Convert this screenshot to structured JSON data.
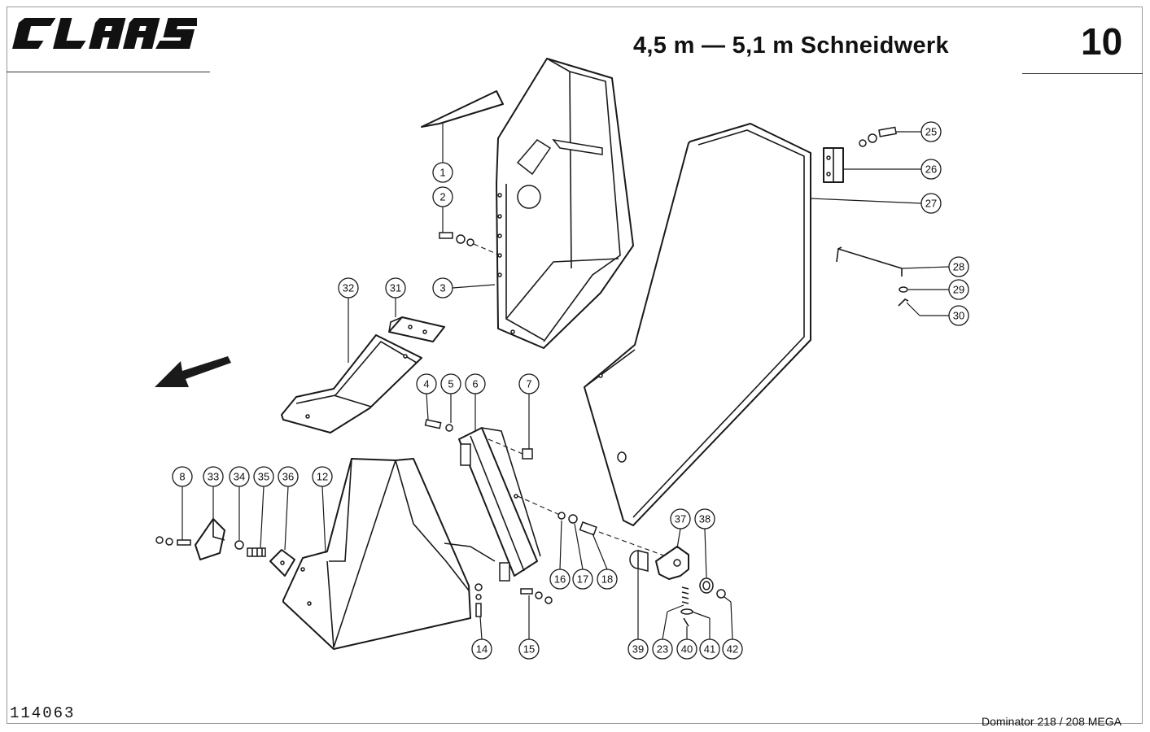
{
  "header": {
    "logo_text": "CLAAS",
    "title": "4,5 m — 5,1 m Schneidwerk",
    "page_number": "10"
  },
  "footer": {
    "drawing_number": "114063",
    "model_reference": "Dominator 218 / 208 MEGA"
  },
  "callouts": [
    "1",
    "2",
    "3",
    "4",
    "5",
    "6",
    "7",
    "8",
    "12",
    "14",
    "15",
    "16",
    "17",
    "18",
    "23",
    "25",
    "26",
    "27",
    "28",
    "29",
    "30",
    "31",
    "32",
    "33",
    "34",
    "35",
    "36",
    "37",
    "38",
    "39",
    "40",
    "41",
    "42"
  ],
  "icons": {
    "direction_arrow": "travel-direction-arrow-icon"
  }
}
